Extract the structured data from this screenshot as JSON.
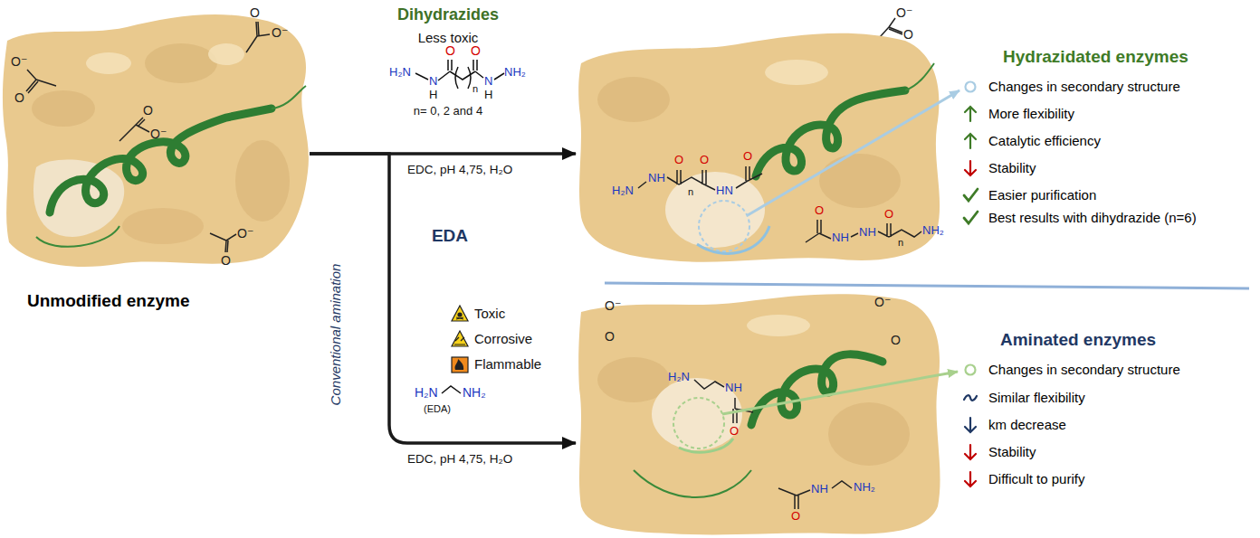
{
  "diagram": {
    "nodes": [
      {
        "text": [
          "Unmodified enzyme"
        ]
      },
      {
        "text": [
          "Hydrazidated enzymes",
          "Changes in secondary structure",
          "More flexibility",
          "Catalytic efficiency",
          "Stability",
          "Easier purification",
          "Best results with dihydrazide (n=6)"
        ]
      },
      {
        "text": [
          "Aminated enzymes",
          "Changes in secondary structure",
          "Similar flexibility",
          "km decrease",
          "Stability",
          "Difficult to purify"
        ]
      }
    ],
    "edges": [
      {
        "from": 0,
        "to": 1,
        "label": "EDC, pH 4,75, H₂O",
        "arrow": "to"
      },
      {
        "from": 0,
        "to": 2,
        "label": "EDC, pH 4,75, H₂O",
        "arrow": "to"
      }
    ],
    "labels": [
      "Dihydrazides",
      "Less toxic",
      "H₂N",
      "N",
      "H",
      "O",
      "n",
      "O",
      "N",
      "H",
      "NH₂",
      "n= 0, 2 and 4",
      "Conventional amination",
      "EDA",
      "Toxic",
      "Corrosive",
      "Flammable",
      "H₂N",
      "NH₂",
      "(EDA)",
      "O⁻",
      "O",
      "O",
      "O⁻",
      "O",
      "O⁻",
      "O⁻",
      "O",
      "O⁻",
      "O",
      "H₂N",
      "NH",
      "O",
      "n",
      "O",
      "HN",
      "O",
      "O",
      "NH",
      "NH",
      "O",
      "n",
      "NH₂",
      "O⁻",
      "O",
      "O⁻",
      "O",
      "H₂N",
      "NH",
      "O",
      "O",
      "NH",
      "NH₂"
    ]
  }
}
